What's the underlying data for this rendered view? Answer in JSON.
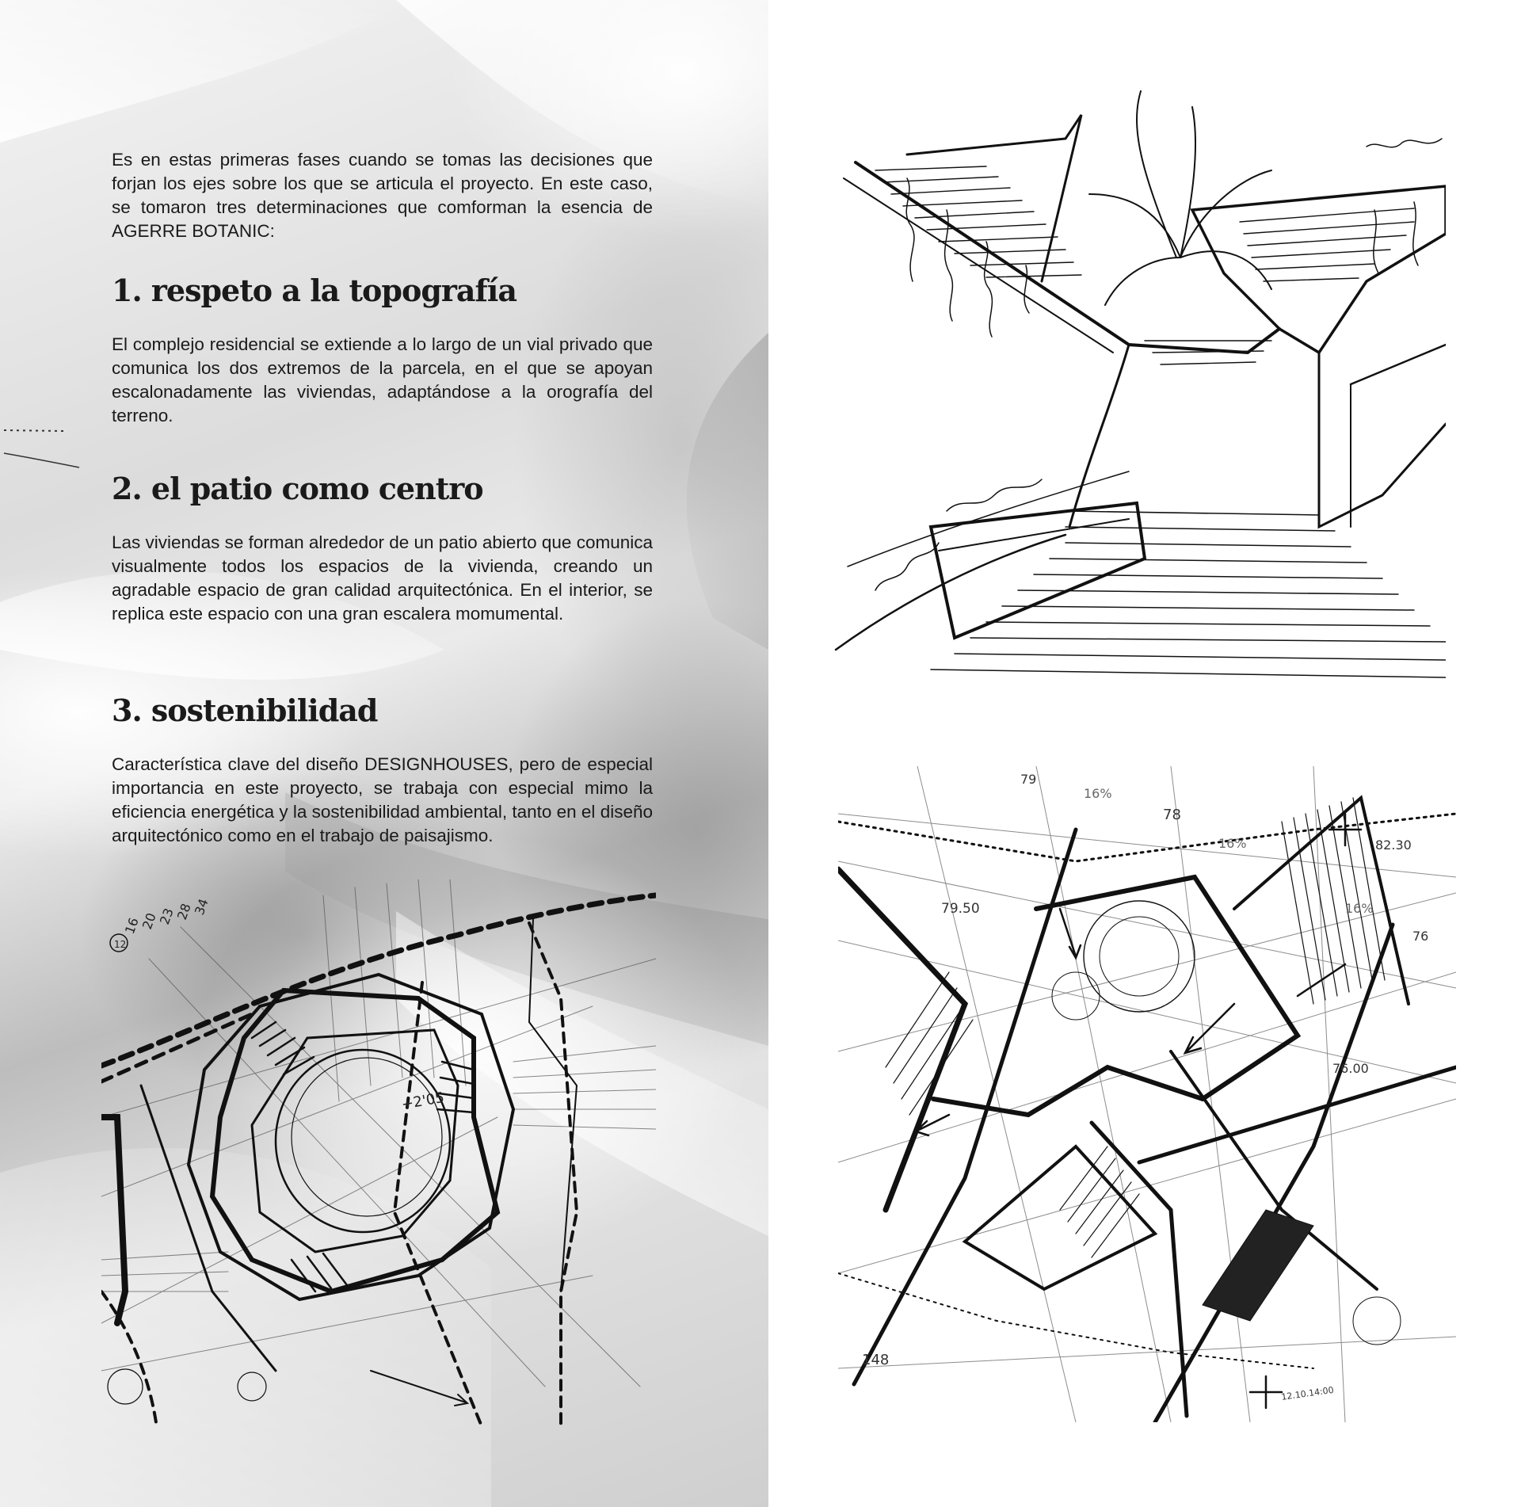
{
  "intro": "Es en estas primeras fases cuando se tomas las decisiones que forjan los ejes sobre los que se articula el proyecto. En este caso, se tomaron tres determinaciones que comforman la esencia de AGERRE  BOTANIC:",
  "sections": [
    {
      "heading": "1. respeto a la topografía",
      "body": "El complejo residencial se extiende a lo largo de un vial privado que comunica los dos extremos de la parcela, en el que se apoyan escalonadamente las viviendas, adaptándose a la orografía del terreno."
    },
    {
      "heading": "2. el patio como centro",
      "body": "Las viviendas se forman alrededor de un patio abierto que comunica visualmente todos los espacios de la vivienda, creando un agradable espacio de gran calidad arquitectónica. En el interior, se replica este espacio con una gran escalera momumental."
    },
    {
      "heading": "3. sostenibilidad",
      "body": "Característica clave del diseño DESIGNHOUSES, pero de especial importancia en este proyecto, se trabaja con especial mimo la eficiencia energética y la sostenibilidad ambiental, tanto en el diseño arquitectónico como en el trabajo de paisajismo."
    }
  ],
  "sketch_left_annotations": {
    "dims_top": [
      "16",
      "20",
      "23",
      "28",
      "34"
    ],
    "circle_label": "12",
    "level": "+2'05"
  },
  "sketch_right_annotations": {
    "levels": [
      "79",
      "16%",
      "78",
      "16%",
      "82.30",
      "79.50",
      "16%",
      "76",
      "76.00",
      "148"
    ],
    "date": "12.10.14:00"
  }
}
